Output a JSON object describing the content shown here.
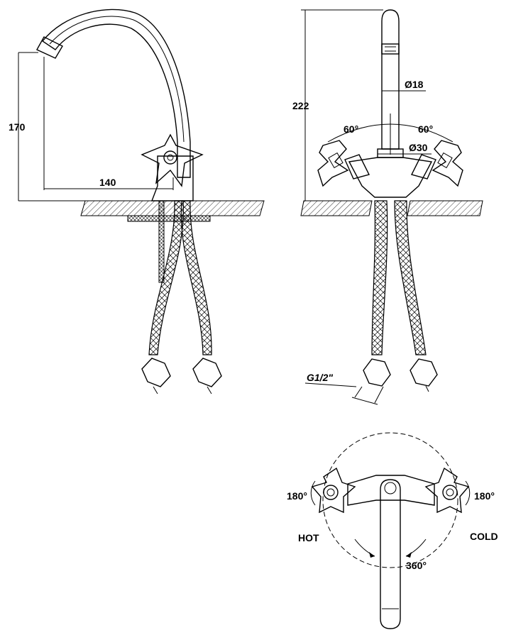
{
  "dimensions": {
    "height_spout": "170",
    "reach": "140",
    "total_height": "222",
    "tube_diameter": "Ø18",
    "body_diameter": "Ø30",
    "handle_angle_left": "60°",
    "handle_angle_right": "60°",
    "thread": "G1/2\"",
    "handle_rotation_left": "180°",
    "handle_rotation_right": "180°",
    "spout_rotation": "360°"
  },
  "labels": {
    "hot": "HOT",
    "cold": "COLD"
  }
}
